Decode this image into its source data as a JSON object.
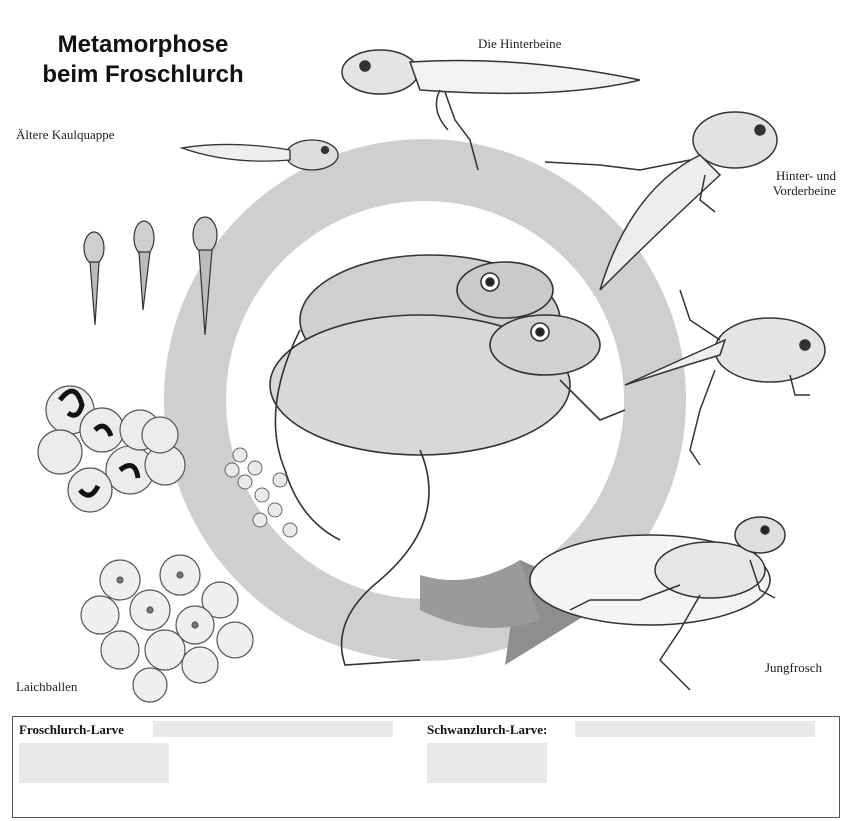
{
  "title_line1": "Metamorphose",
  "title_line2": "beim Froschlurch",
  "labels": {
    "hind_legs": "Die Hinterbeine",
    "older_tadpole": "Ältere Kaulquappe",
    "hind_and_front_line1": "Hinter- und",
    "hind_and_front_line2": "Vorderbeine",
    "young_frog": "Jungfrosch",
    "spawn": "Laichballen"
  },
  "panel": {
    "frog_larva": "Froschlurch-Larve",
    "newt_larva": "Schwanzlurch-Larve:"
  },
  "colors": {
    "cycle_ring": "#c8c8c8",
    "ink": "#333333",
    "egg_fill": "#e6e6e6"
  }
}
